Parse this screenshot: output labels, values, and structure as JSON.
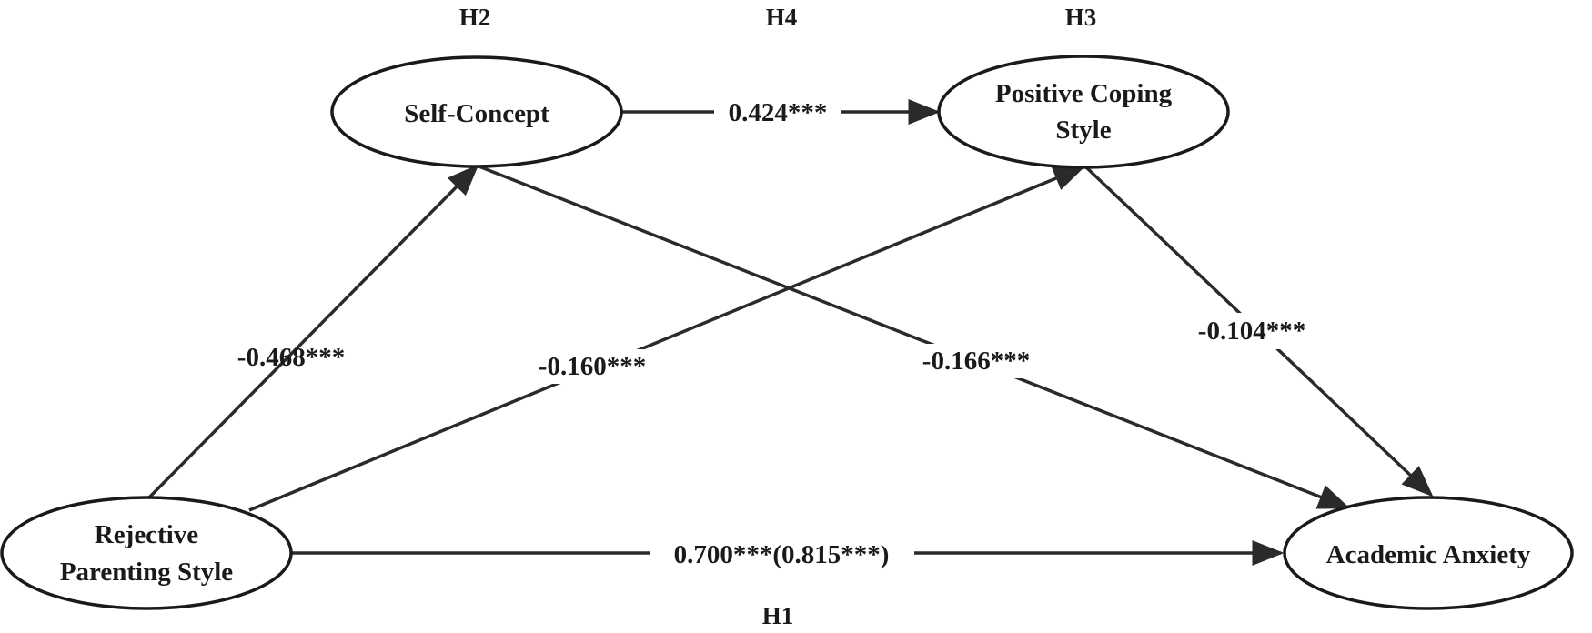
{
  "nodes": {
    "self_concept": {
      "lines": [
        "Self-Concept"
      ]
    },
    "positive_coping": {
      "lines": [
        "Positive Coping",
        "Style"
      ]
    },
    "rejective_parenting": {
      "lines": [
        "Rejective",
        "Parenting Style"
      ]
    },
    "academic_anxiety": {
      "lines": [
        "Academic Anxiety"
      ]
    }
  },
  "paths": {
    "rps_to_sc": {
      "coefficient": "-0.468***"
    },
    "sc_to_pcs": {
      "coefficient": "0.424***"
    },
    "rps_to_pcs": {
      "coefficient": "-0.160***"
    },
    "sc_to_aa": {
      "coefficient": "-0.166***"
    },
    "pcs_to_aa": {
      "coefficient": "-0.104***"
    },
    "rps_to_aa": {
      "coefficient": "0.700***(0.815***)"
    }
  },
  "hypotheses": {
    "h1": "H1",
    "h2": "H2",
    "h3": "H3",
    "h4": "H4"
  }
}
